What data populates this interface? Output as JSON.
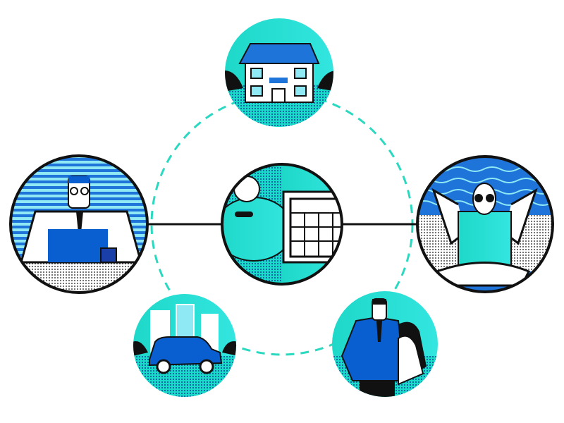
{
  "colors": {
    "background": "#ffffff",
    "teal": "#16dcc8",
    "cyan": "#2fe6d6",
    "blue": "#0a5fd0",
    "dark_blue": "#1b3fa8",
    "outline": "#111111",
    "dash": "#2ad9c0"
  },
  "nodes": [
    {
      "id": "center",
      "icon": "piggy-bank-calendar-icon"
    },
    {
      "id": "left",
      "icon": "office-worker-icon"
    },
    {
      "id": "right",
      "icon": "relaxing-man-icon"
    },
    {
      "id": "top",
      "icon": "house-icon"
    },
    {
      "id": "bottom-left",
      "icon": "car-city-icon"
    },
    {
      "id": "bottom-right",
      "icon": "couple-icon"
    }
  ]
}
